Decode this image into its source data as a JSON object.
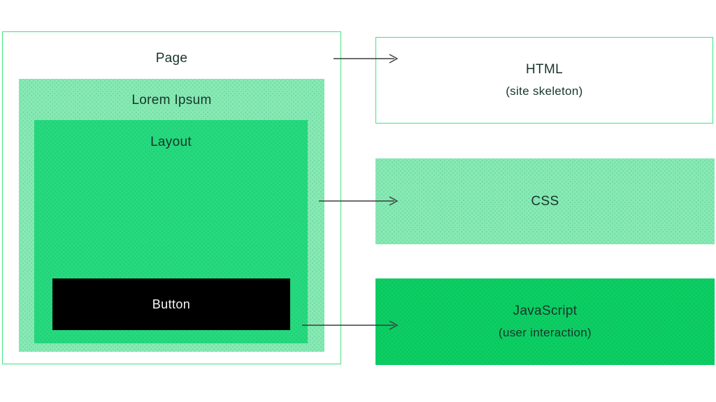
{
  "boxes": {
    "page": {
      "label": "Page"
    },
    "lorem_ipsum": {
      "label": "Lorem Ipsum"
    },
    "layout": {
      "label": "Layout"
    },
    "button": {
      "label": "Button"
    },
    "html": {
      "label": "HTML",
      "sublabel": "(site skeleton)"
    },
    "css": {
      "label": "CSS"
    },
    "javascript": {
      "label": "JavaScript",
      "sublabel": "(user interaction)"
    }
  },
  "connections": [
    {
      "from": "Page",
      "to": "HTML"
    },
    {
      "from": "Layout",
      "to": "CSS"
    },
    {
      "from": "Button",
      "to": "JavaScript"
    }
  ],
  "colors": {
    "outline_green": "#3ee381",
    "light_green": "#87e9b4",
    "medium_green": "#26d97e",
    "bright_green": "#0cce63",
    "button_black": "#000000",
    "text_dark": "#17352b",
    "button_text": "#f4f6f5",
    "arrow_gray": "#3d3d3d",
    "background": "#ffffff"
  }
}
